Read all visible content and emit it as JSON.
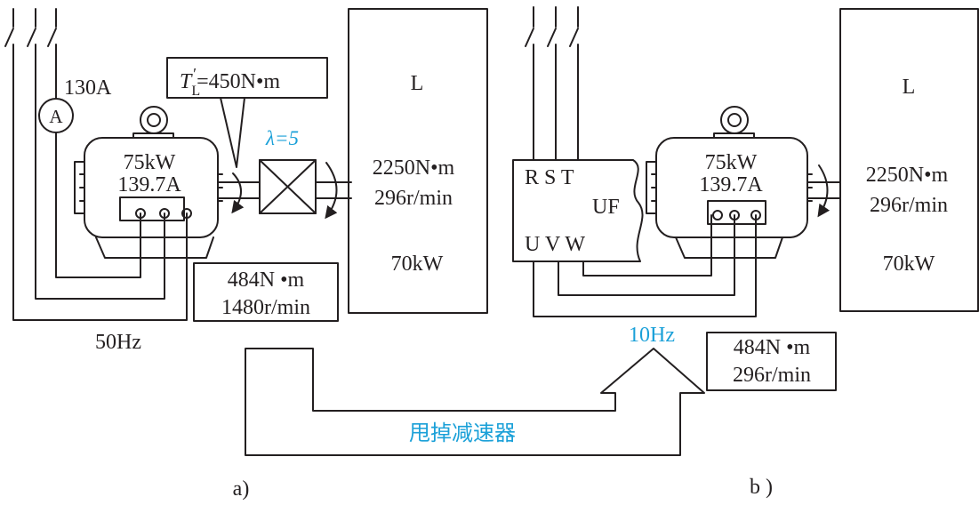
{
  "left": {
    "ammeter_symbol": "A",
    "current_reading": "130A",
    "supply_frequency": "50Hz",
    "motor_power": "75kW",
    "motor_current": "139.7A",
    "torque_label_T": "T",
    "torque_label_sub": "L",
    "torque_label_prime": "′",
    "torque_label_value": "=450N•m",
    "ratio_label": "λ=5",
    "motor_output_torque": "484N •m",
    "motor_output_speed": "1480r/min",
    "load_name": "L",
    "load_torque": "2250N•m",
    "load_speed": "296r/min",
    "load_power": "70kW",
    "caption": "a)"
  },
  "right": {
    "inverter_inputs": "R S T",
    "inverter_name": "UF",
    "inverter_outputs": "U V W",
    "motor_power": "75kW",
    "motor_current": "139.7A",
    "output_frequency": "10Hz",
    "motor_output_torque": "484N •m",
    "motor_output_speed": "296r/min",
    "load_name": "L",
    "load_torque": "2250N•m",
    "load_speed": "296r/min",
    "load_power": "70kW",
    "caption": "b )"
  },
  "arrow_label": "甩掉减速器",
  "colors": {
    "line": "#231f20",
    "accent": "#1aa0d8",
    "background": "#ffffff"
  }
}
